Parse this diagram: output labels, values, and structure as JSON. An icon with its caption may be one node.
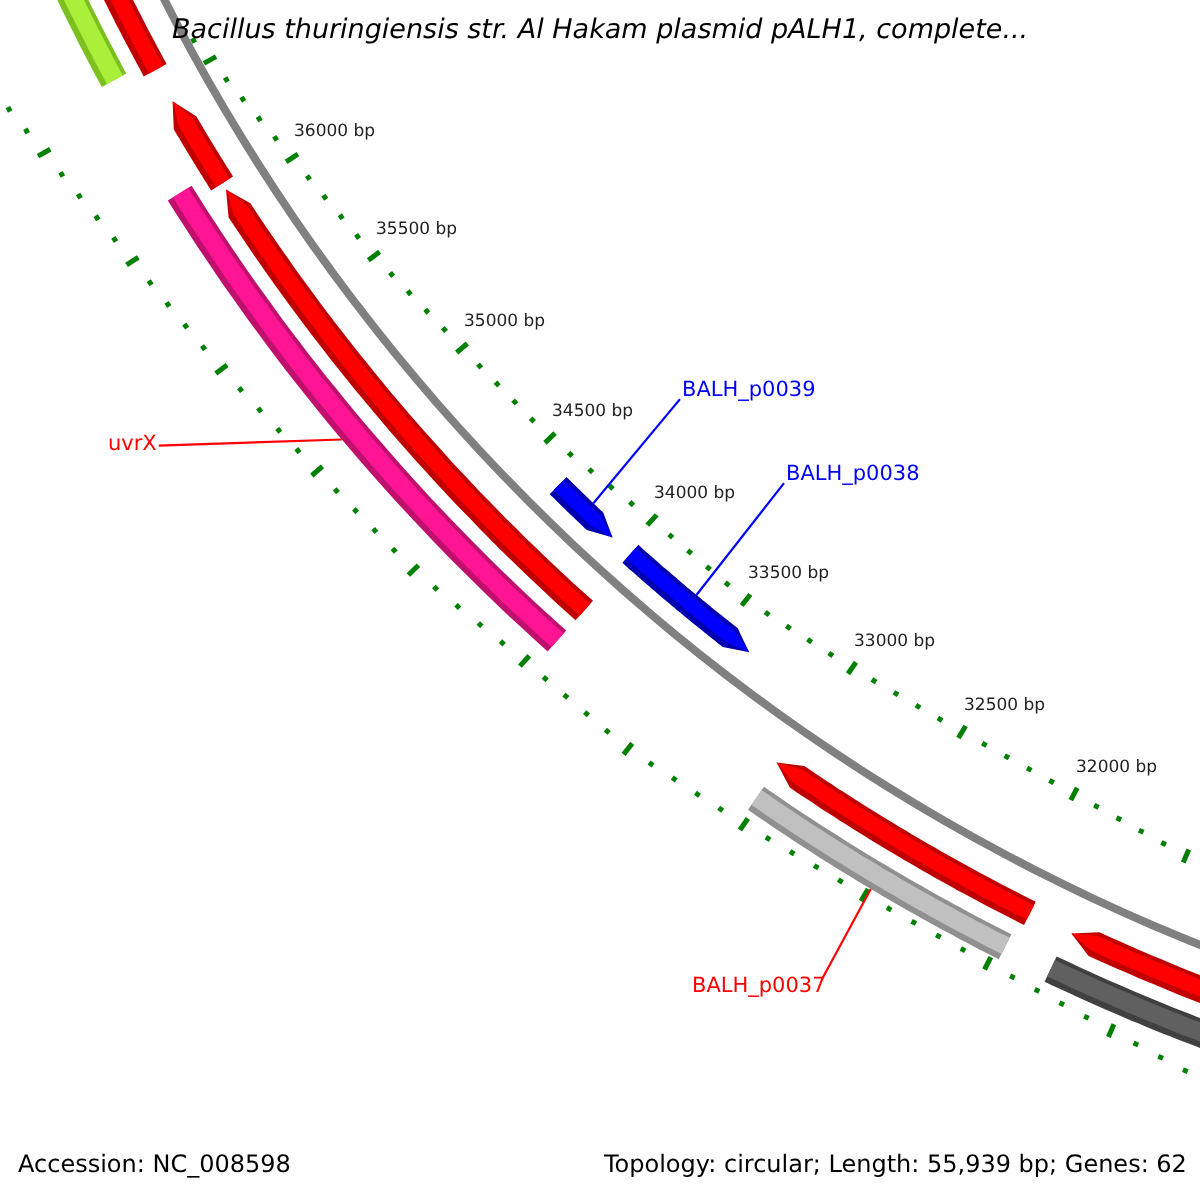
{
  "diagram": {
    "title": "Bacillus thuringiensis str. Al Hakam plasmid pALH1, complete...",
    "nodes": [
      {
        "text": [
          "uvrX"
        ]
      },
      {
        "text": [],
        "shape": "bar"
      },
      {
        "text": [
          "BALH_p0039"
        ]
      },
      {
        "text": [],
        "shape": "bar"
      },
      {
        "text": [
          "BALH_p0038"
        ]
      },
      {
        "text": [],
        "shape": "bar"
      },
      {
        "text": [
          "BALH_p0037"
        ]
      },
      {
        "text": [],
        "shape": "bar"
      }
    ],
    "edges": [
      {
        "from": 0,
        "to": 1,
        "arrow": "none",
        "color": "#ff0000"
      },
      {
        "from": 2,
        "to": 3,
        "arrow": "none",
        "color": "#0000ff"
      },
      {
        "from": 4,
        "to": 5,
        "arrow": "none",
        "color": "#0000ff"
      },
      {
        "from": 6,
        "to": 7,
        "arrow": "none",
        "color": "#ff0000"
      }
    ],
    "labels": [
      "36000 bp",
      "35500 bp",
      "35000 bp",
      "34500 bp",
      "34000 bp",
      "33500 bp",
      "33000 bp",
      "32500 bp",
      "32000 bp",
      "Accession: NC_008598",
      "Topology: circular; Length: 55,939 bp; Genes: 62"
    ]
  }
}
